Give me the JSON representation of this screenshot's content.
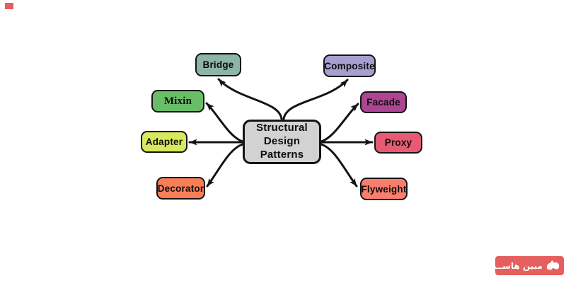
{
  "diagram": {
    "center": {
      "label": "Structural Design Patterns",
      "color": "#d2d2d2"
    },
    "nodes": [
      {
        "id": "bridge",
        "label": "Bridge",
        "color": "#8db4a8"
      },
      {
        "id": "composite",
        "label": "Composite",
        "color": "#a5a0d0"
      },
      {
        "id": "mixin",
        "label": "Mixin",
        "color": "#68bd66"
      },
      {
        "id": "facade",
        "label": "Facade",
        "color": "#ac4693"
      },
      {
        "id": "adapter",
        "label": "Adapter",
        "color": "#d7e95c"
      },
      {
        "id": "proxy",
        "label": "Proxy",
        "color": "#e65a73"
      },
      {
        "id": "decorator",
        "label": "Decorator",
        "color": "#f87e57"
      },
      {
        "id": "flyweight",
        "label": "Flyweight",
        "color": "#f97e6e"
      }
    ],
    "stroke_color": "#141414"
  },
  "watermark": {
    "text": "مبین هاســت",
    "badge_color": "#e55f5e",
    "text_color": "#ffffff",
    "logo_icon": "mabinhost-logo"
  },
  "corner_mark": {
    "color": "#e55f5e"
  }
}
